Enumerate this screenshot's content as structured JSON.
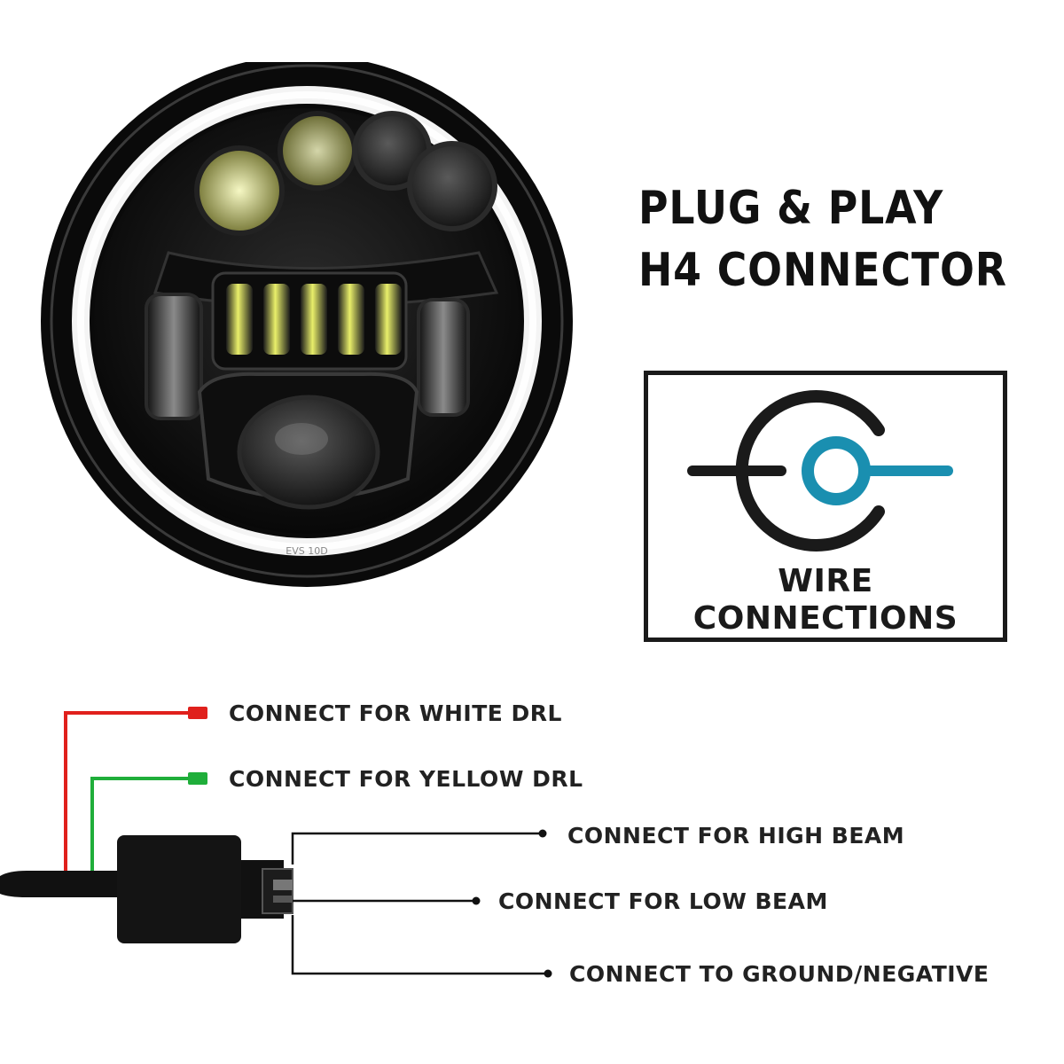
{
  "heading": {
    "line1": "PLUG & PLAY",
    "line2": "H4 CONNECTOR"
  },
  "logo": {
    "line1": "WIRE",
    "line2": "CONNECTIONS",
    "accent_color": "#1a8fb0",
    "ink_color": "#1a1a1a"
  },
  "headlight": {
    "icon": "round-led-headlight",
    "rim_text": "EVS 10D"
  },
  "wires": [
    {
      "label": "CONNECT FOR WHITE DRL",
      "color": "#e0201c"
    },
    {
      "label": "CONNECT FOR YELLOW DRL",
      "color": "#1fae3a"
    },
    {
      "label": "CONNECT FOR HIGH BEAM",
      "color": "#111111"
    },
    {
      "label": "CONNECT FOR LOW BEAM",
      "color": "#111111"
    },
    {
      "label": "CONNECT TO GROUND/NEGATIVE",
      "color": "#111111"
    }
  ]
}
